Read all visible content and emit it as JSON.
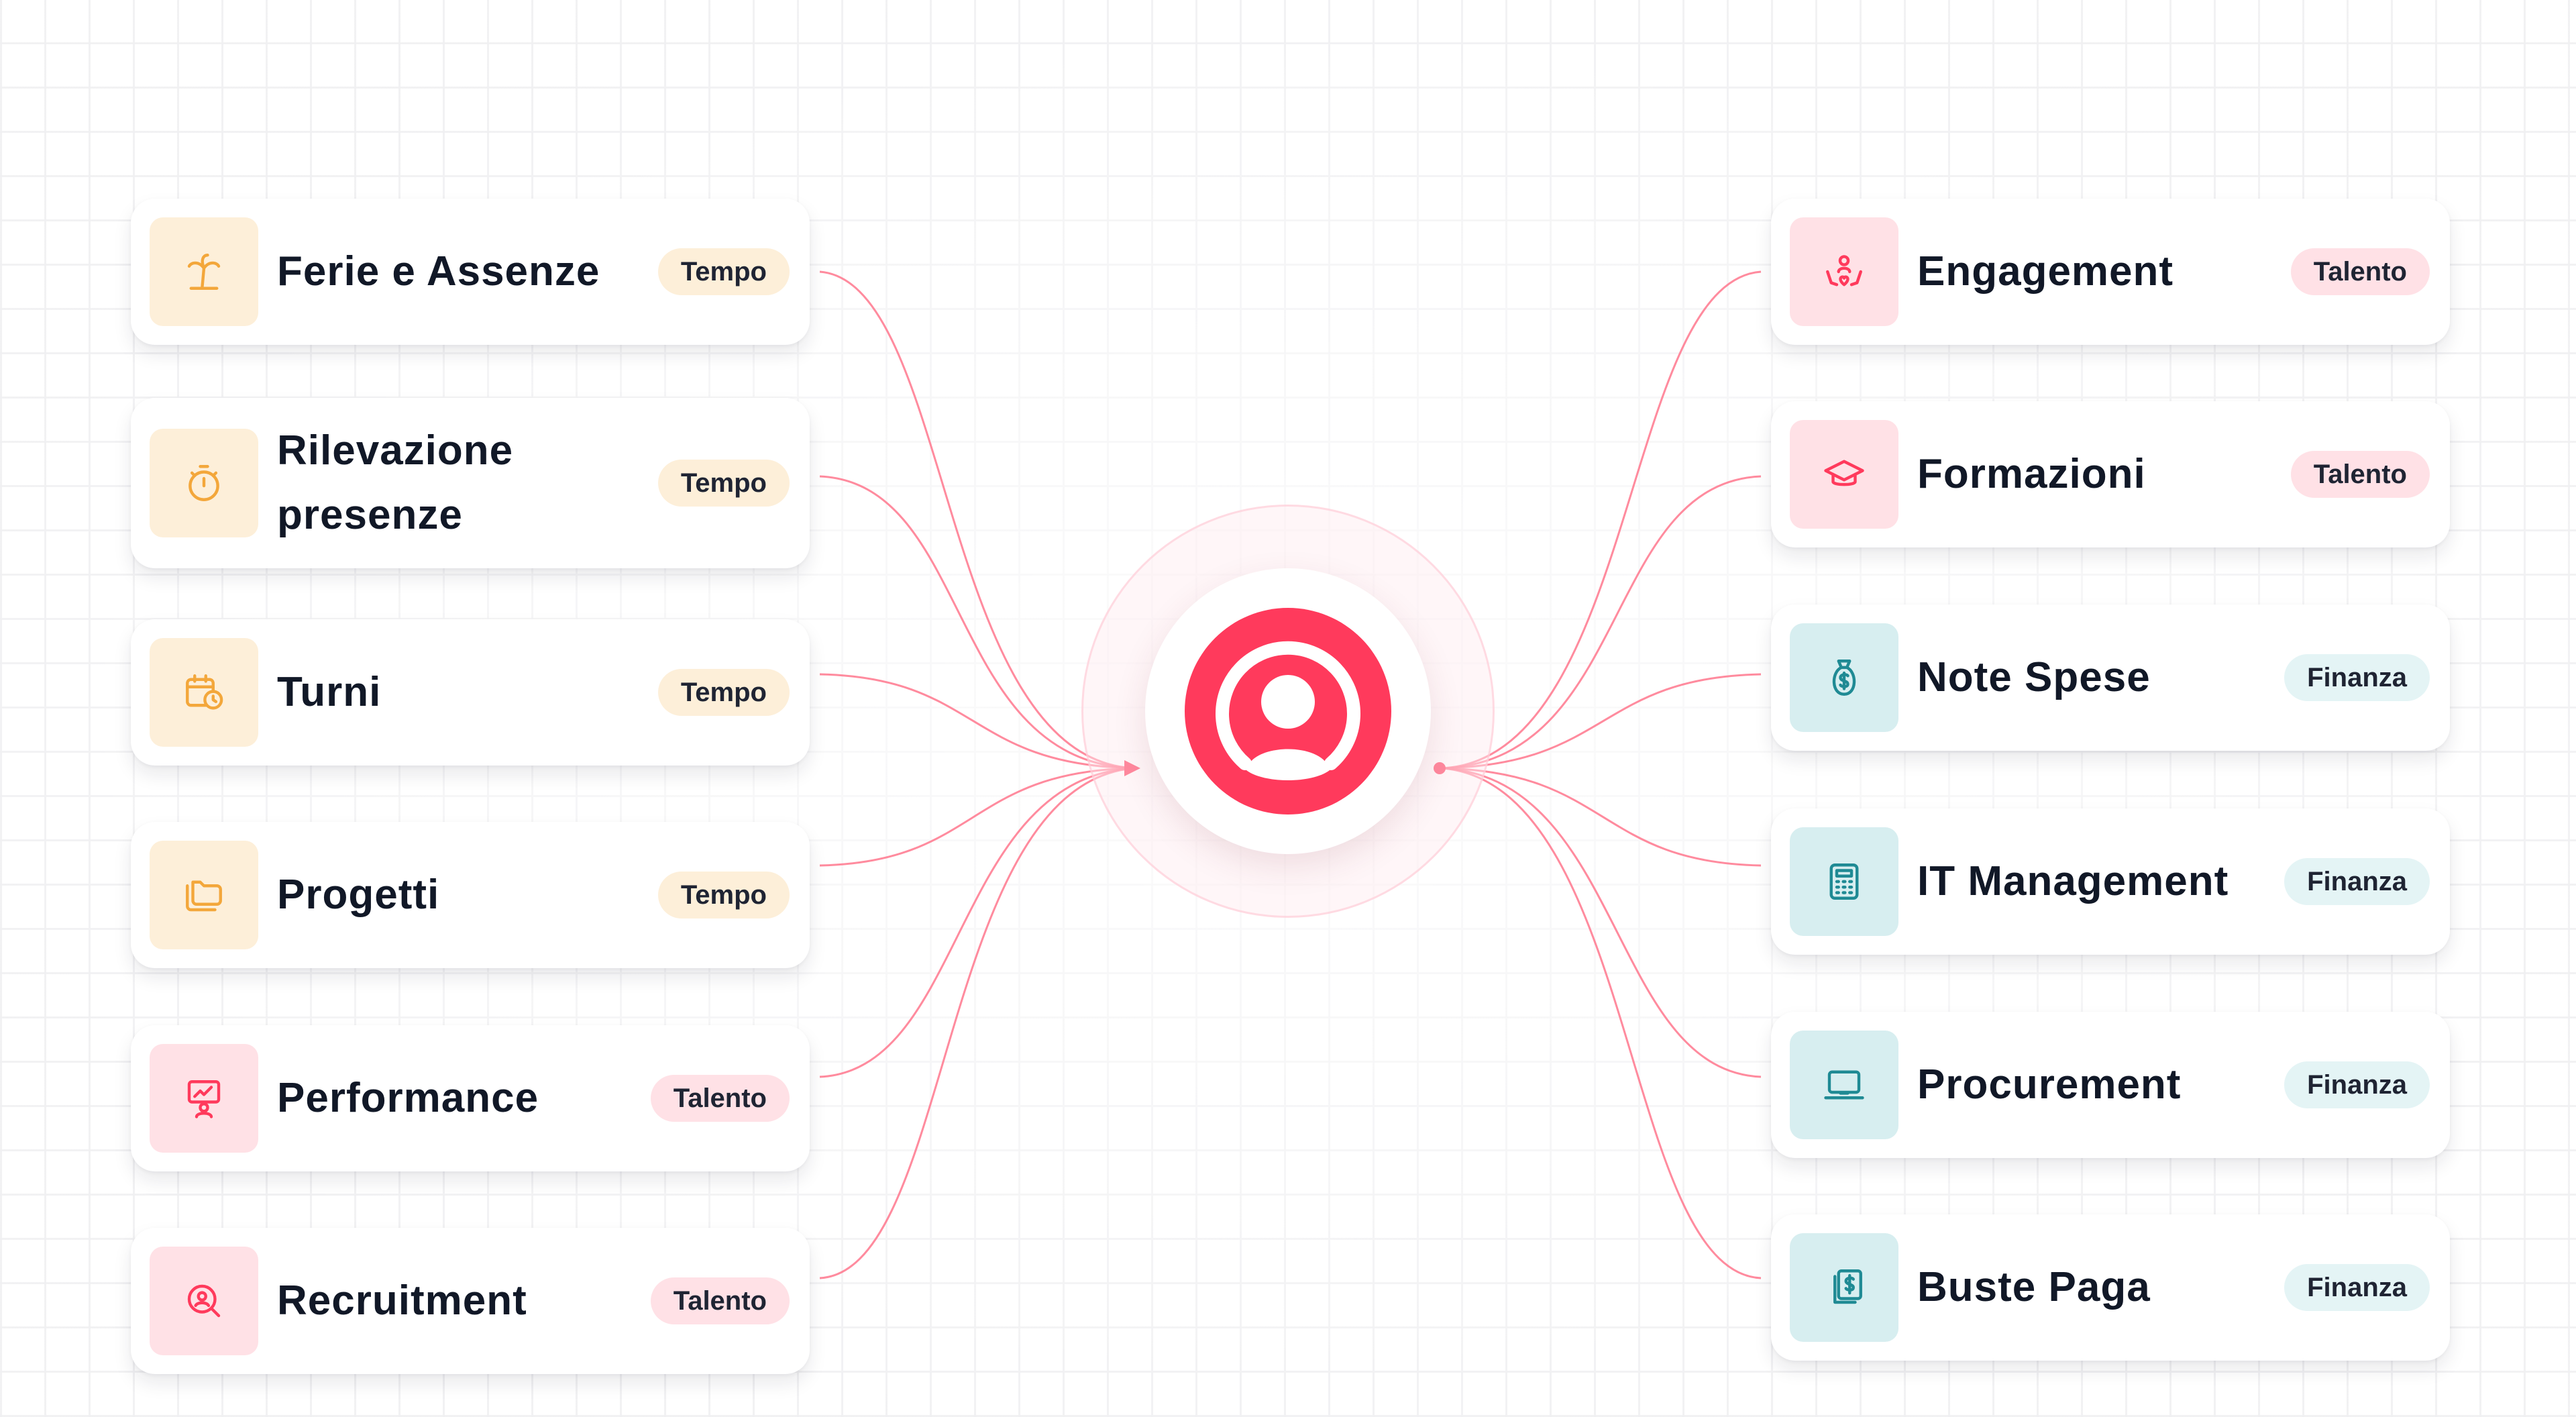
{
  "colors": {
    "accent": "#ff3a5c",
    "tempo_bg": "#fdefd9",
    "tempo_icon": "#f3a73b",
    "talento_bg": "#ffe1e6",
    "talento_icon": "#ff3a5c",
    "finanza_bg": "#d7eef0",
    "finanza_icon": "#1f8a94"
  },
  "hub": {
    "icon": "user-circle-logo-icon"
  },
  "left_items": [
    {
      "label": "Ferie e Assenze",
      "tag": "Tempo",
      "icon": "palm-tree-icon"
    },
    {
      "label": "Rilevazione presenze",
      "tag": "Tempo",
      "icon": "stopwatch-icon"
    },
    {
      "label": "Turni",
      "tag": "Tempo",
      "icon": "shift-calendar-icon"
    },
    {
      "label": "Progetti",
      "tag": "Tempo",
      "icon": "folder-icon"
    },
    {
      "label": "Performance",
      "tag": "Talento",
      "icon": "presentation-person-icon"
    },
    {
      "label": "Recruitment",
      "tag": "Talento",
      "icon": "search-person-icon"
    }
  ],
  "right_items": [
    {
      "label": "Engagement",
      "tag": "Talento",
      "icon": "people-heart-icon"
    },
    {
      "label": "Formazioni",
      "tag": "Talento",
      "icon": "graduation-cap-icon"
    },
    {
      "label": "Note Spese",
      "tag": "Finanza",
      "icon": "money-bag-icon"
    },
    {
      "label": "IT Management",
      "tag": "Finanza",
      "icon": "calculator-icon"
    },
    {
      "label": "Procurement",
      "tag": "Finanza",
      "icon": "laptop-icon"
    },
    {
      "label": "Buste Paga",
      "tag": "Finanza",
      "icon": "payslip-dollar-icon"
    }
  ]
}
